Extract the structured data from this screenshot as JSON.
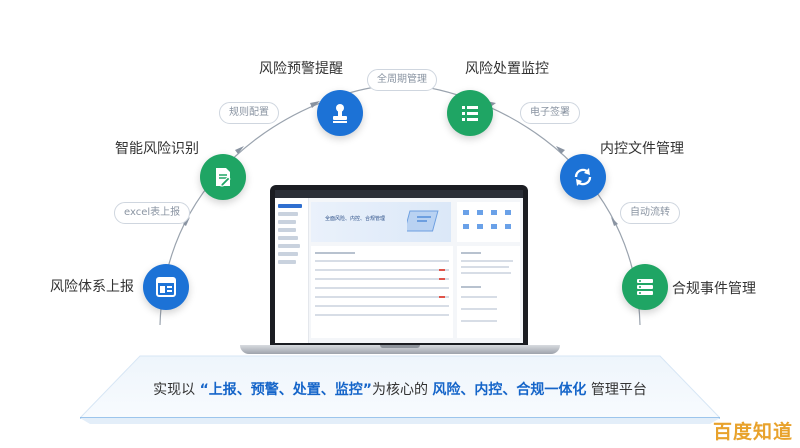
{
  "nodes": {
    "report": {
      "label": "风险体系上报",
      "icon": "report-form-icon",
      "color": "#1c72d6"
    },
    "identify": {
      "label": "智能风险识别",
      "icon": "document-edit-icon",
      "color": "#1fa564"
    },
    "alert": {
      "label": "风险预警提醒",
      "icon": "stamp-icon",
      "color": "#1c72d6"
    },
    "handle": {
      "label": "风险处置监控",
      "icon": "list-icon",
      "color": "#1fa564"
    },
    "internal": {
      "label": "内控文件管理",
      "icon": "sync-icon",
      "color": "#1c72d6"
    },
    "compliance": {
      "label": "合规事件管理",
      "icon": "server-icon",
      "color": "#1fa564"
    }
  },
  "pills": {
    "excel": "excel表上报",
    "rules": "规则配置",
    "lifecycle": "全周期管理",
    "esign": "电子签署",
    "auto": "自动流转"
  },
  "screen": {
    "banner_text": "全面风险、内控、合规管理"
  },
  "slogan": {
    "prefix": "实现以",
    "quote": "“上报、预警、处置、监控”",
    "middle": "为核心的",
    "highlight": "风险、内控、合规一体化",
    "suffix": "管理平台"
  },
  "watermark": "百度知道",
  "colors": {
    "accent_blue": "#1c72d6",
    "accent_green": "#1fa564",
    "highlight_text": "#1565c9"
  }
}
